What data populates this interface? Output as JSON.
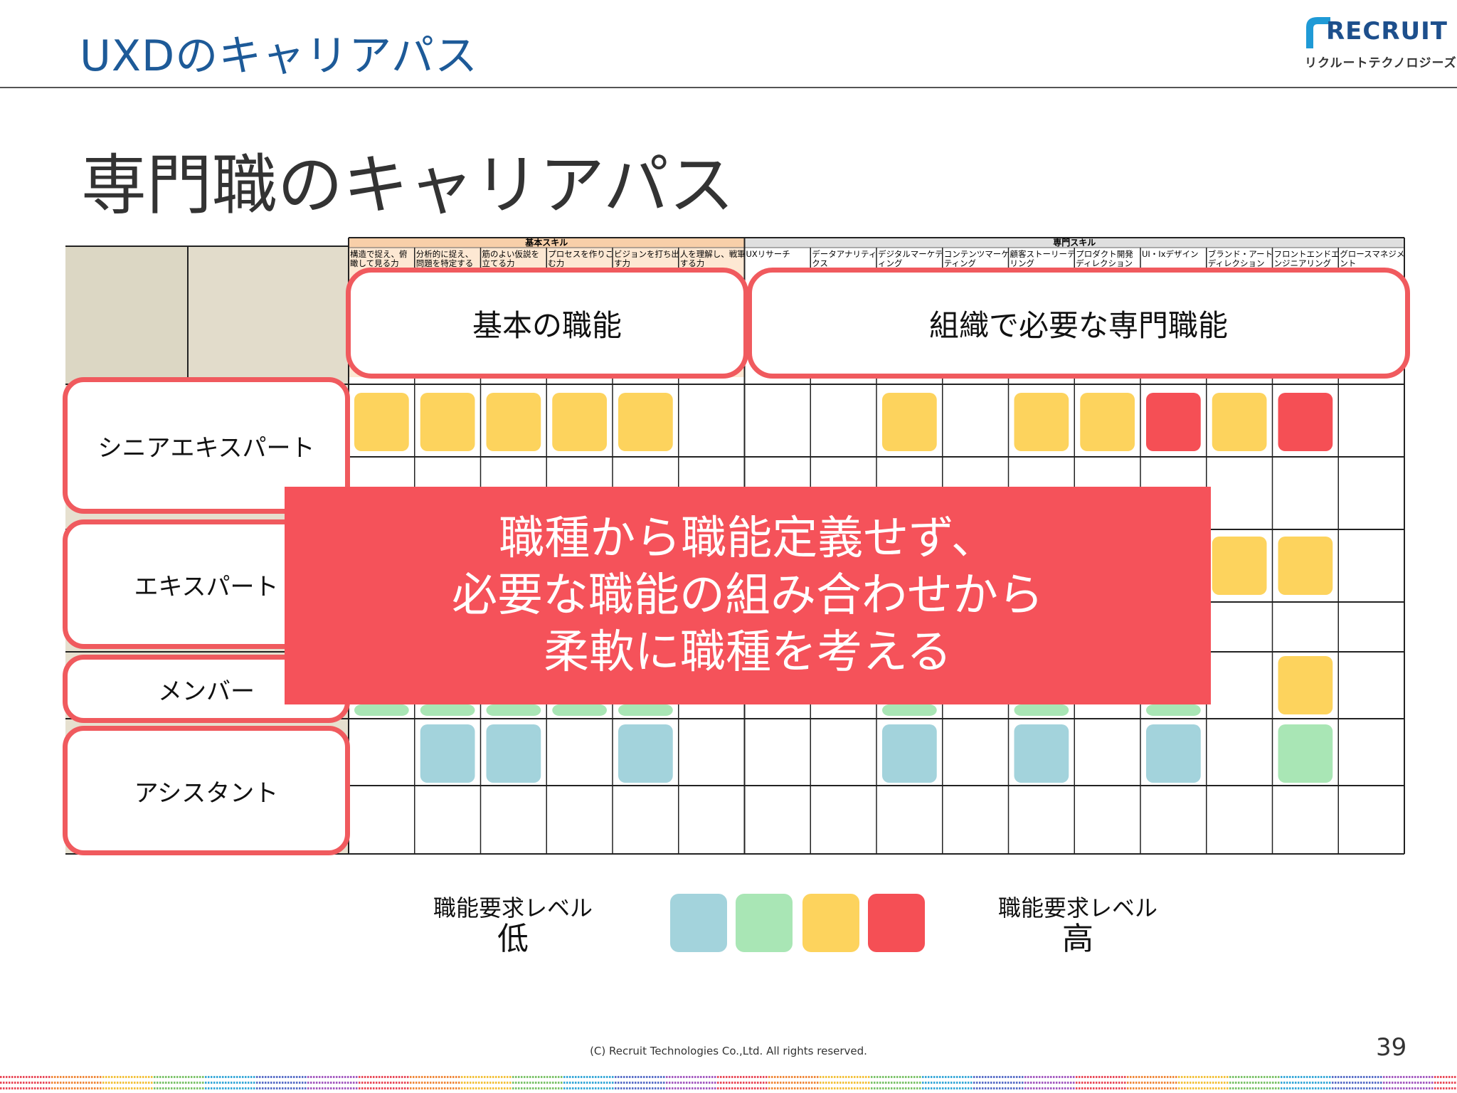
{
  "header": {
    "title": "UXDのキャリアパス"
  },
  "logo": {
    "wordmark": "RECRUIT",
    "sub": "リクルートテクノロジーズ"
  },
  "slide": {
    "title": "専門職のキャリアパス"
  },
  "table": {
    "basic_header": "基本スキル",
    "special_header": "専門スキル",
    "columns": [
      [
        "構造で捉え、俯",
        "瞰して見る力"
      ],
      [
        "分析的に捉え、",
        "問題を特定する"
      ],
      [
        "筋のよい仮説を",
        "立てる力"
      ],
      [
        "プロセスを作りこ",
        "む力"
      ],
      [
        "ビジョンを打ち出",
        "す力"
      ],
      [
        "人を理解し、戦軍",
        "する力"
      ],
      [
        "UXリサーチ",
        ""
      ],
      [
        "データアナリティ",
        "クス"
      ],
      [
        "デジタルマーケテ",
        "ィング"
      ],
      [
        "コンテンツマーケ",
        "ティング"
      ],
      [
        "顧客ストーリーテ",
        "リング"
      ],
      [
        "プロダクト開発",
        "ディレクション"
      ],
      [
        "UI・Ixデザイン",
        ""
      ],
      [
        "ブランド・アート",
        "ディレクション"
      ],
      [
        "フロントエンドエ",
        "ンジニアリング"
      ],
      [
        "グロースマネジメ",
        "ント"
      ]
    ],
    "levels": {
      "senior_expert": [
        3,
        3,
        3,
        3,
        3,
        0,
        0,
        0,
        3,
        0,
        3,
        3,
        4,
        3,
        4,
        0
      ],
      "expert_visible": [
        0,
        0,
        0,
        0,
        0,
        0,
        0,
        0,
        0,
        0,
        0,
        0,
        0,
        3,
        3,
        0
      ],
      "member_visible": [
        2,
        2,
        2,
        2,
        2,
        0,
        0,
        0,
        2,
        0,
        2,
        0,
        2,
        0,
        3,
        0
      ],
      "assistant": [
        0,
        1,
        1,
        0,
        1,
        0,
        0,
        0,
        1,
        0,
        1,
        0,
        1,
        0,
        2,
        0
      ]
    }
  },
  "callouts": {
    "basic": "基本の職能",
    "special": "組織で必要な専門職能"
  },
  "roles": [
    "シニアエキスパート",
    "エキスパート",
    "メンバー",
    "アシスタント"
  ],
  "overlay": {
    "lines": [
      "職種から職能定義せず、",
      "必要な職能の組み合わせから",
      "柔軟に職種を考える"
    ]
  },
  "legend": {
    "low_label": "職能要求レベル",
    "low": "低",
    "high_label": "職能要求レベル",
    "high": "高"
  },
  "colors": {
    "level1": "#a3d3dc",
    "level2": "#a9e6b5",
    "level3": "#fdd35d",
    "level4": "#f54f55",
    "accent": "#f05a5e"
  },
  "footer": {
    "copyright": "(C) Recruit Technologies Co.,Ltd. All rights reserved.",
    "page": "39"
  }
}
